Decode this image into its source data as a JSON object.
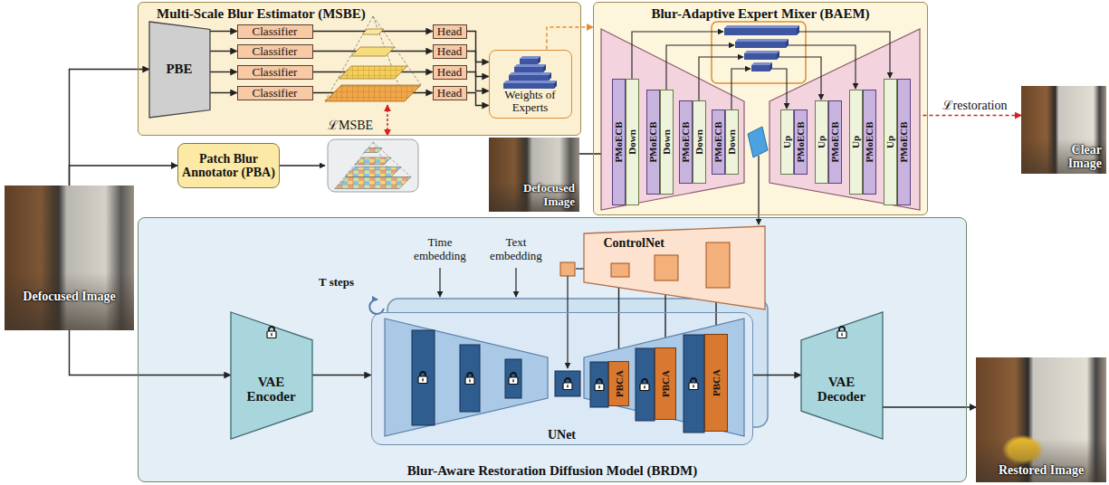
{
  "diagram": {
    "nodes": [
      {
        "text": [
          "Multi-Scale Blur Estimator (MSBE)"
        ]
      },
      {
        "text": [
          "PBE"
        ],
        "in": 0
      },
      {
        "text": [
          "Classifier"
        ],
        "in": 0
      },
      {
        "text": [
          "Classifier"
        ],
        "in": 0
      },
      {
        "text": [
          "Classifier"
        ],
        "in": 0
      },
      {
        "text": [
          "Classifier"
        ],
        "in": 0
      },
      {
        "text": [
          "Head"
        ],
        "in": 0
      },
      {
        "text": [
          "Head"
        ],
        "in": 0
      },
      {
        "text": [
          "Head"
        ],
        "in": 0
      },
      {
        "text": [
          "Head"
        ],
        "in": 0
      },
      {
        "text": [
          "Weights of Experts"
        ],
        "in": 0
      },
      {
        "text": [
          "Blur-Adaptive Expert Mixer (BAEM)"
        ]
      },
      {
        "text": [
          "PMoECB"
        ],
        "in": 11
      },
      {
        "text": [
          "Down"
        ],
        "in": 11
      },
      {
        "text": [
          "PMoECB"
        ],
        "in": 11
      },
      {
        "text": [
          "Down"
        ],
        "in": 11
      },
      {
        "text": [
          "PMoECB"
        ],
        "in": 11
      },
      {
        "text": [
          "Down"
        ],
        "in": 11
      },
      {
        "text": [
          "PMoECB"
        ],
        "in": 11
      },
      {
        "text": [
          "Down"
        ],
        "in": 11
      },
      {
        "text": [
          "Up"
        ],
        "in": 11
      },
      {
        "text": [
          "PMoECB"
        ],
        "in": 11
      },
      {
        "text": [
          "Up"
        ],
        "in": 11
      },
      {
        "text": [
          "PMoECB"
        ],
        "in": 11
      },
      {
        "text": [
          "Up"
        ],
        "in": 11
      },
      {
        "text": [
          "PMoECB"
        ],
        "in": 11
      },
      {
        "text": [
          "Up"
        ],
        "in": 11
      },
      {
        "text": [
          "PMoECB"
        ],
        "in": 11
      },
      {
        "text": [
          "Clear Image"
        ]
      },
      {
        "text": [
          "Patch Blur Annotator (PBA)"
        ]
      },
      {
        "text": [
          "Defocused Image"
        ]
      },
      {
        "text": [
          "Defocused Image"
        ]
      },
      {
        "text": [
          "Blur-Aware Restoration Diffusion Model (BRDM)"
        ]
      },
      {
        "text": [
          "ControlNet"
        ],
        "in": 32
      },
      {
        "text": [
          "VAE Encoder"
        ],
        "in": 32
      },
      {
        "text": [
          "UNet"
        ],
        "in": 32
      },
      {
        "text": [
          "PBCA"
        ],
        "in": 35
      },
      {
        "text": [
          "PBCA"
        ],
        "in": 35
      },
      {
        "text": [
          "PBCA"
        ],
        "in": 35
      },
      {
        "text": [
          "VAE Decoder"
        ],
        "in": 32
      },
      {
        "text": [
          "Restored Image"
        ]
      }
    ],
    "edges": [
      {
        "from": 31,
        "to": 1,
        "arrow": "to"
      },
      {
        "from": 31,
        "to": 29,
        "arrow": "to"
      },
      {
        "from": 31,
        "to": 34,
        "arrow": "to"
      },
      {
        "from": 1,
        "to": 2,
        "arrow": "to"
      },
      {
        "from": 1,
        "to": 3,
        "arrow": "to"
      },
      {
        "from": 1,
        "to": 4,
        "arrow": "to"
      },
      {
        "from": 1,
        "to": 5,
        "arrow": "to"
      },
      {
        "from": 2,
        "to": 6,
        "arrow": "to"
      },
      {
        "from": 3,
        "to": 7,
        "arrow": "to"
      },
      {
        "from": 4,
        "to": 8,
        "arrow": "to"
      },
      {
        "from": 5,
        "to": 9,
        "arrow": "to"
      },
      {
        "from": 6,
        "to": 10,
        "arrow": "to"
      },
      {
        "from": 7,
        "to": 10,
        "arrow": "to"
      },
      {
        "from": 8,
        "to": 10,
        "arrow": "to"
      },
      {
        "from": 9,
        "to": 10,
        "arrow": "to"
      },
      {
        "from": 10,
        "to": 11,
        "arrow": "to"
      },
      {
        "from": 30,
        "to": 12,
        "arrow": "to"
      },
      {
        "from": 27,
        "to": 28,
        "label": "ℒrestoration",
        "arrow": "both"
      },
      {
        "from": 33,
        "to": 36,
        "arrow": "to"
      },
      {
        "from": 33,
        "to": 37,
        "arrow": "to"
      },
      {
        "from": 33,
        "to": 38,
        "arrow": "to"
      },
      {
        "from": 34,
        "to": 35,
        "arrow": "to"
      },
      {
        "from": 35,
        "to": 39,
        "arrow": "to"
      },
      {
        "from": 39,
        "to": 40,
        "arrow": "to"
      }
    ],
    "labels": [
      "ℒMSBE",
      "Time embedding",
      "Text embedding",
      "T steps"
    ]
  }
}
